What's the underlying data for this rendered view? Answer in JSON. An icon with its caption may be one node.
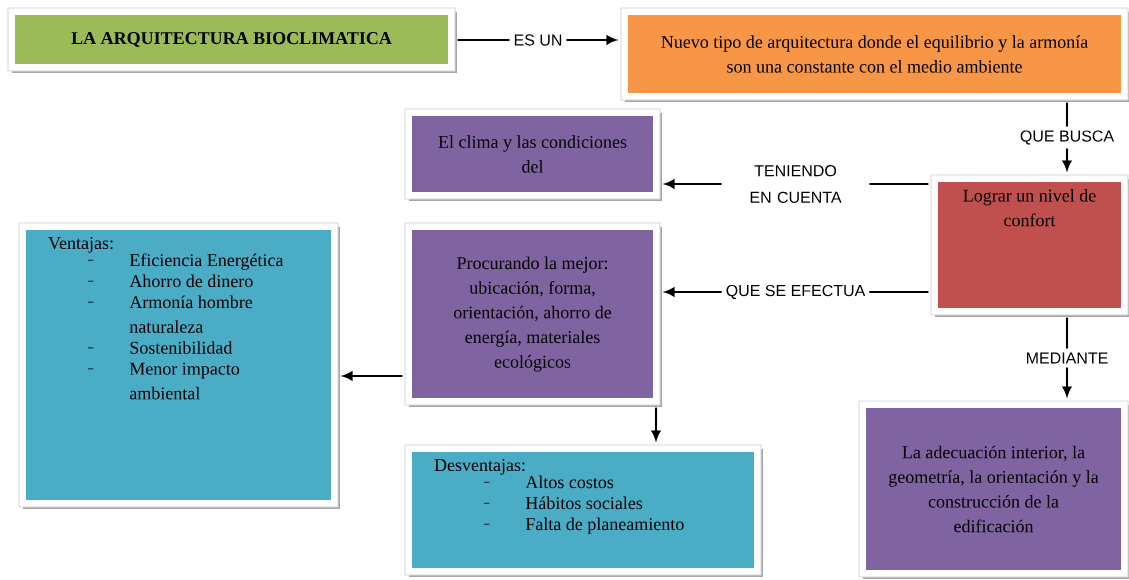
{
  "diagram": {
    "nodes": [
      {
        "text": [
          "LA ARQUITECTURA BIOCLIMATICA"
        ]
      },
      {
        "text": [
          "Nuevo tipo de arquitectura donde el equilibrio y la armonía son una constante con el medio ambiente"
        ]
      },
      {
        "text": [
          "El clima y las condiciones del"
        ]
      },
      {
        "text": [
          "Lograr un nivel de confort"
        ]
      },
      {
        "text": [
          "Ventajas:",
          "Eficiencia Energética",
          "Ahorro de dinero",
          "Armonía hombre naturaleza",
          "Sostenibilidad",
          "Menor impacto ambiental"
        ]
      },
      {
        "text": [
          "Procurando la mejor: ubicación, forma, orientación, ahorro de energía, materiales ecológicos"
        ]
      },
      {
        "text": [
          "Desventajas:",
          "Altos costos",
          "Hábitos sociales",
          "Falta de planeamiento"
        ]
      },
      {
        "text": [
          "La adecuación interior, la geometría, la orientación y la construcción de la edificación"
        ]
      }
    ],
    "edges": [
      {
        "from": 0,
        "to": 1,
        "arrow": "to",
        "label": "ES UN"
      },
      {
        "from": 1,
        "to": 3,
        "arrow": "to",
        "label": "QUE BUSCA"
      },
      {
        "from": 3,
        "to": 2,
        "arrow": "to",
        "label": "TENIENDO EN CUENTA"
      },
      {
        "from": 3,
        "to": 5,
        "arrow": "to",
        "label": "QUE SE EFECTUA"
      },
      {
        "from": 3,
        "to": 7,
        "arrow": "to",
        "label": "MEDIANTE"
      },
      {
        "from": 5,
        "to": 4,
        "arrow": "to"
      },
      {
        "from": 5,
        "to": 6,
        "arrow": "to"
      }
    ]
  }
}
